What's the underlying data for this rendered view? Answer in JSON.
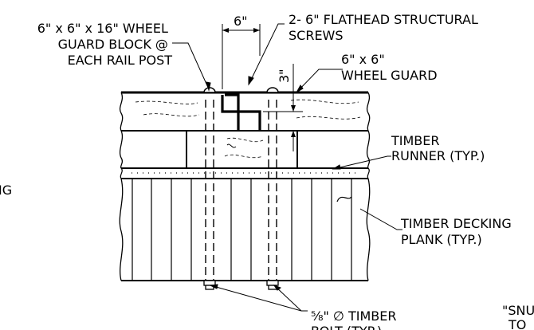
{
  "labels": {
    "wheel_guard_block": [
      "6\" x 6\" x 16\" WHEEL",
      "GUARD BLOCK @",
      "EACH RAIL POST"
    ],
    "screws": [
      "2- 6\" FLATHEAD STRUCTURAL",
      "SCREWS"
    ],
    "wheel_guard": [
      "6\" x 6\"",
      "WHEEL GUARD"
    ],
    "timber_runner": [
      "TIMBER",
      "RUNNER (TYP.)"
    ],
    "timber_decking": [
      "TIMBER DECKING",
      "PLANK (TYP.)"
    ],
    "timber_bolt": [
      "⅝\" ∅ TIMBER",
      "BOLT (TYP.)"
    ],
    "snug_note": [
      "\"SNU",
      "TO"
    ],
    "left_fragment": "IG"
  },
  "dimensions": {
    "width": "6\"",
    "height": "3\""
  }
}
